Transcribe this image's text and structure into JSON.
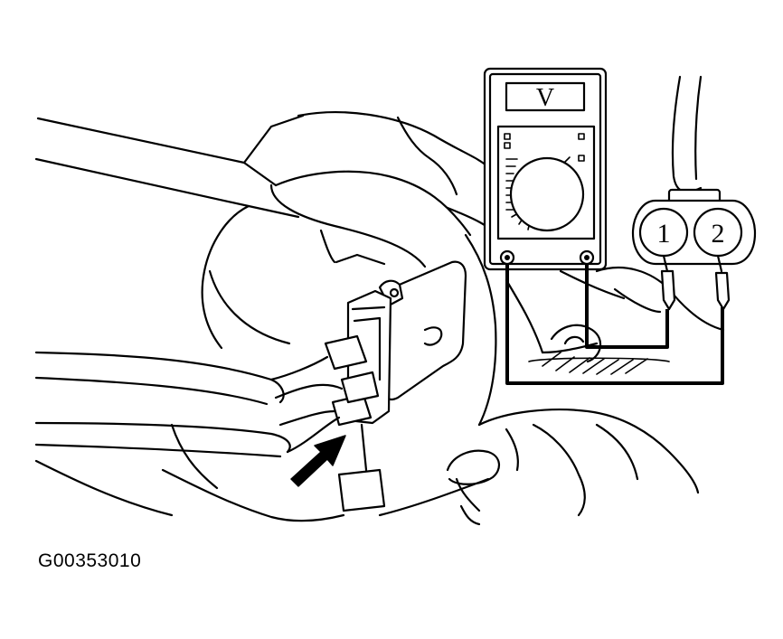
{
  "figure_code": "G00353010",
  "meter": {
    "display": "V"
  },
  "connector": {
    "terminal_1": "1",
    "terminal_2": "2"
  }
}
